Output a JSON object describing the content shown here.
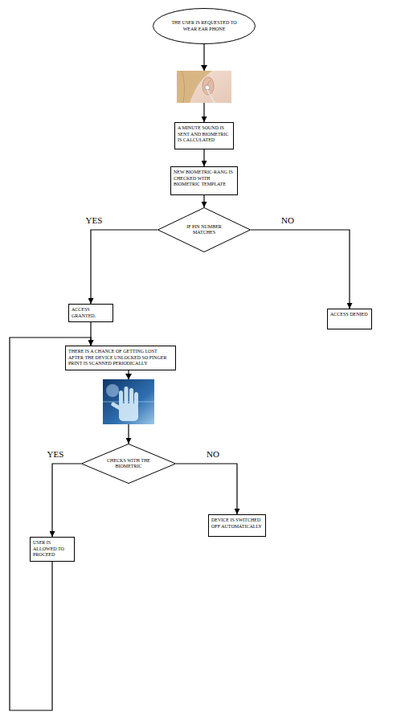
{
  "diagram": {
    "nodes": [
      {
        "text": [
          "THE USER IS REQUESTED TO WEAR EAR PHONE"
        ]
      },
      {
        "text": [
          "A MINUTE SOUND IS SENT AND BIOMETRIC IS CALCULATED"
        ]
      },
      {
        "text": [
          "NEW BIOMETRIC-RANG IS CHECKED WITH BIOMETRIC TEMPLATE"
        ]
      },
      {
        "text": [
          "IF PIN NUMBER MATCHES"
        ]
      },
      {
        "text": [
          "ACCESS GRANTED."
        ]
      },
      {
        "text": [
          "ACCESS DENIED"
        ]
      },
      {
        "text": [
          "THERE IS A CHANCE OF GETTING LOST AFTER THE DEVICE UNLOCKED SO FINGER PRINT IS SCANNED PERIODICALLY"
        ]
      },
      {
        "text": [
          "CHECKS WITH THE BIOMETRIC"
        ]
      },
      {
        "text": [
          "USER IS ALLOWED TO PROCEED"
        ]
      },
      {
        "text": [
          "DEVICE IS SWITCHED OFF AUTOMATICALLY"
        ]
      }
    ],
    "edges": [
      {
        "from": 0,
        "to": 1,
        "arrow": "to"
      },
      {
        "from": 1,
        "to": 2,
        "arrow": "to"
      },
      {
        "from": 2,
        "to": 3,
        "arrow": "to"
      },
      {
        "from": 3,
        "to": 4,
        "label": "YES",
        "arrow": "to"
      },
      {
        "from": 3,
        "to": 5,
        "label": "NO",
        "arrow": "to"
      },
      {
        "from": 4,
        "to": 6,
        "arrow": "to"
      },
      {
        "from": 6,
        "to": 7,
        "arrow": "to"
      },
      {
        "from": 7,
        "to": 8,
        "label": "YES",
        "arrow": "to"
      },
      {
        "from": 7,
        "to": 9,
        "label": "NO",
        "arrow": "to"
      },
      {
        "from": 8,
        "to": 6,
        "arrow": "to"
      }
    ]
  }
}
